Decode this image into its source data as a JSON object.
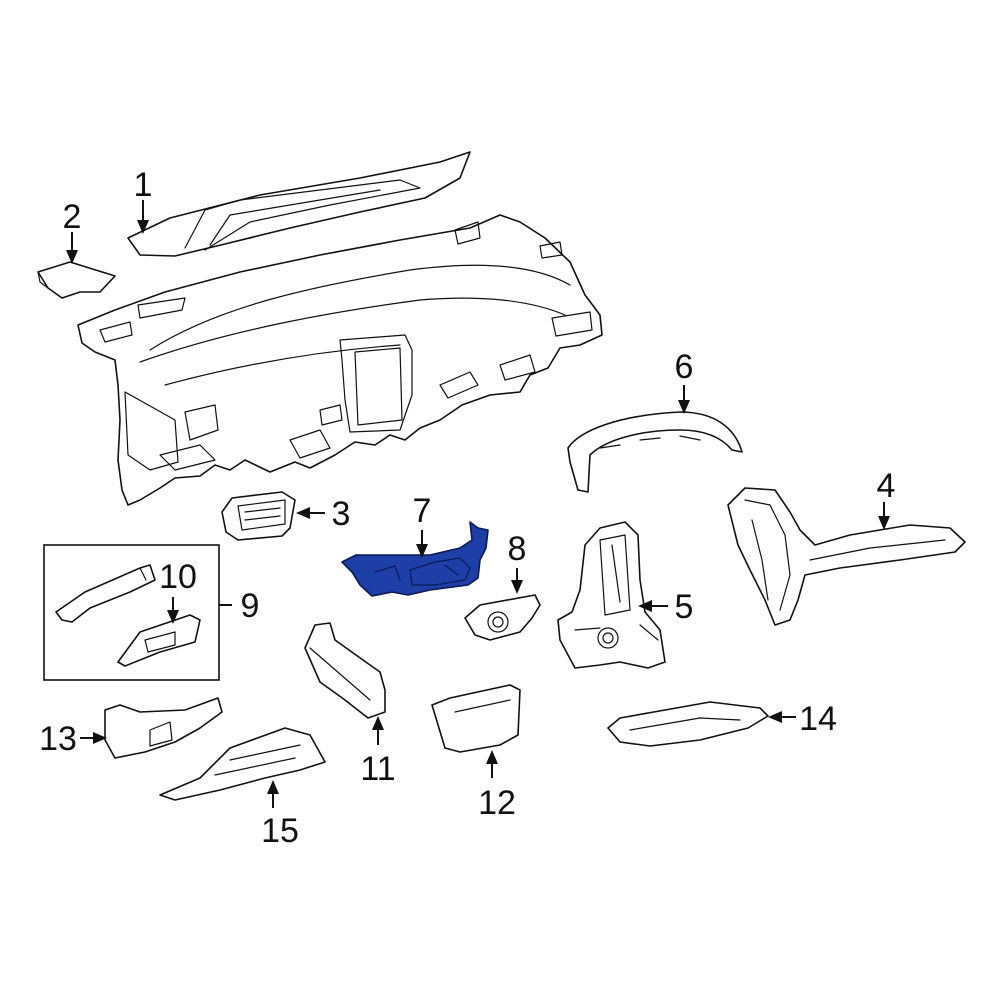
{
  "highlight_color": "#1e3fa8",
  "callouts": {
    "c1": "1",
    "c2": "2",
    "c3": "3",
    "c4": "4",
    "c5": "5",
    "c6": "6",
    "c7": "7",
    "c8": "8",
    "c9": "9",
    "c10": "10",
    "c11": "11",
    "c12": "12",
    "c13": "13",
    "c14": "14",
    "c15": "15"
  }
}
